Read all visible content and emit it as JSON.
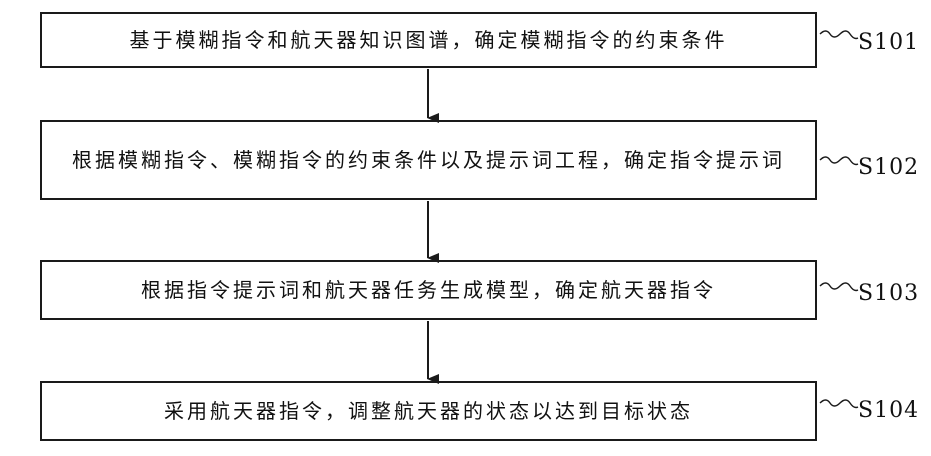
{
  "steps": [
    {
      "text": "基于模糊指令和航天器知识图谱，确定模糊指令的约束条件",
      "label": "S101"
    },
    {
      "text": "根据模糊指令、模糊指令的约束条件以及提示词工程，确定指令提示词",
      "label": "S102"
    },
    {
      "text": "根据指令提示词和航天器任务生成模型，确定航天器指令",
      "label": "S103"
    },
    {
      "text": "采用航天器指令，调整航天器的状态以达到目标状态",
      "label": "S104"
    }
  ],
  "colors": {
    "line": "#1a1a1a",
    "text": "#111111",
    "background": "#ffffff"
  }
}
